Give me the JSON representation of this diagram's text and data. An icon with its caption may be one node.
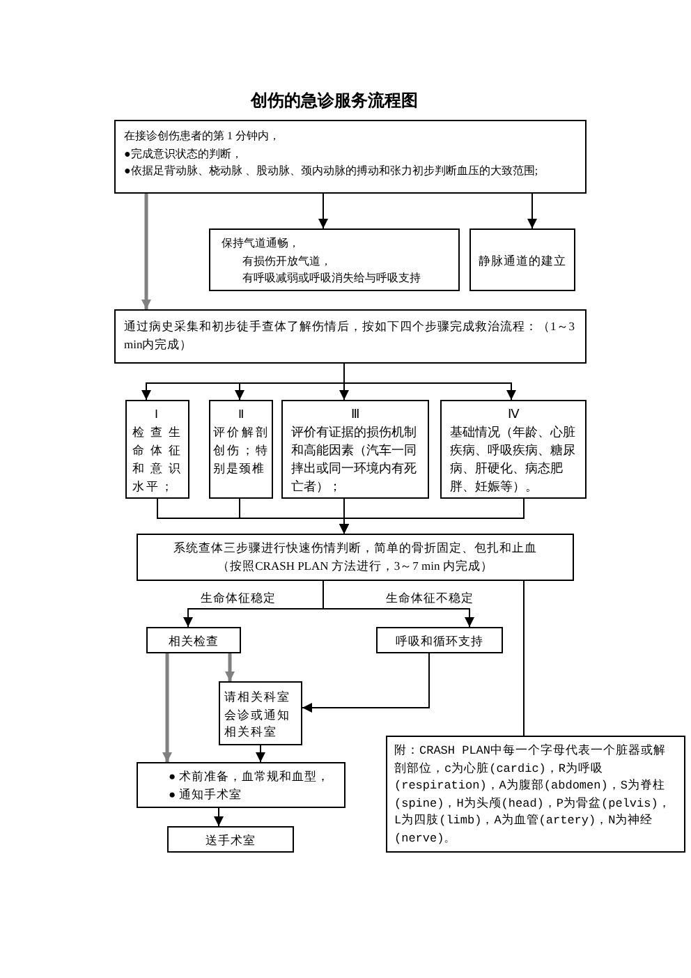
{
  "diagram": {
    "title": "创伤的急诊服务流程图",
    "nodes": [
      {
        "text": [
          "在接诊创伤患者的第 1 分钟内，",
          "●完成意识状态的判断，",
          "●依据足背动脉、桡动脉 、股动脉、颈内动脉的搏动和张力初步判断血压的大致范围;"
        ]
      },
      {
        "text": [
          "保持气道通畅，",
          "有损伤开放气道，",
          "有呼吸减弱或呼吸消失给与呼吸支持"
        ]
      },
      {
        "text": [
          "静脉通道的建立"
        ]
      },
      {
        "text": [
          "通过病史采集和初步徒手查体了解伤情后，按如下四个步骤完成救治流程：（1～3 min内完成）"
        ]
      },
      {
        "text": [
          "Ⅰ",
          "检查生命体征和意识水平；"
        ]
      },
      {
        "text": [
          "Ⅱ",
          "评价解剖创伤；特别是颈椎"
        ]
      },
      {
        "text": [
          "Ⅲ",
          "评价有证据的损伤机制和高能因素（汽车一同摔出或同一环境内有死亡者）；"
        ]
      },
      {
        "text": [
          "Ⅳ",
          "基础情况（年龄、心脏疾病、呼吸疾病、糖尿病、肝硬化、病态肥胖、妊娠等）。"
        ]
      },
      {
        "text": [
          "系统查体三步骤进行快速伤情判断，简单的骨折固定、包扎和止血",
          "（按照CRASH PLAN 方法进行，3～7 min 内完成）"
        ]
      },
      {
        "text": [
          "相关检查"
        ]
      },
      {
        "text": [
          "呼吸和循环支持"
        ]
      },
      {
        "text": [
          "请相关科室会诊或通知相关科室"
        ]
      },
      {
        "text": [
          "● 术前准备，血常规和血型，",
          "● 通知手术室"
        ]
      },
      {
        "text": [
          "送手术室"
        ]
      },
      {
        "text": [
          "附：CRASH PLAN中每一个字母代表一个脏器或解剖部位，c为心脏(cardic)，R为呼吸(respiration)，A为腹部(abdomen)，S为脊柱(spine)，H为头颅(head)，P为骨盆(pelvis)，L为四肢(limb)，A为血管(artery)，N为神经(nerve)。"
        ]
      }
    ],
    "edges": [
      {
        "from": 0,
        "to": 3,
        "arrow": "to",
        "style": "thick",
        "color": "#808080"
      },
      {
        "from": 0,
        "to": 1,
        "arrow": "to"
      },
      {
        "from": 0,
        "to": 2,
        "arrow": "to"
      },
      {
        "from": 3,
        "to": 4,
        "arrow": "to"
      },
      {
        "from": 3,
        "to": 5,
        "arrow": "to"
      },
      {
        "from": 3,
        "to": 6,
        "arrow": "to"
      },
      {
        "from": 3,
        "to": 7,
        "arrow": "to"
      },
      {
        "from": 4,
        "to": 8,
        "arrow": "to"
      },
      {
        "from": 5,
        "to": 8,
        "arrow": "to"
      },
      {
        "from": 6,
        "to": 8,
        "arrow": "to"
      },
      {
        "from": 7,
        "to": 8,
        "arrow": "to"
      },
      {
        "from": 8,
        "to": 9,
        "arrow": "to",
        "label": "生命体征稳定"
      },
      {
        "from": 8,
        "to": 10,
        "arrow": "to",
        "label": "生命体征不稳定"
      },
      {
        "from": 8,
        "to": 14,
        "arrow": "none"
      },
      {
        "from": 9,
        "to": 12,
        "arrow": "to",
        "style": "thick",
        "color": "#808080"
      },
      {
        "from": 9,
        "to": 11,
        "arrow": "to",
        "style": "thick",
        "color": "#808080"
      },
      {
        "from": 10,
        "to": 11,
        "arrow": "to"
      },
      {
        "from": 11,
        "to": 12,
        "arrow": "to"
      },
      {
        "from": 12,
        "to": 13,
        "arrow": "to"
      }
    ]
  }
}
